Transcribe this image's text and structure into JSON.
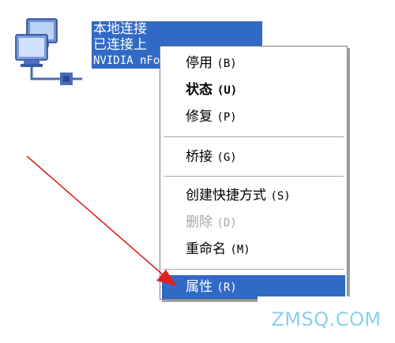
{
  "desktop_icon": {
    "icon": "network-connection-icon",
    "label_lines": [
      "本地连接",
      "已连接上",
      "NVIDIA nForce"
    ]
  },
  "context_menu": {
    "items": [
      {
        "label": "停用",
        "accel": "(B)"
      },
      {
        "label": "状态",
        "accel": "(U)",
        "bold": true
      },
      {
        "label": "修复",
        "accel": "(P)"
      },
      {
        "label": "桥接",
        "accel": "(G)"
      },
      {
        "label": "创建快捷方式",
        "accel": "(S)"
      },
      {
        "label": "删除",
        "accel": "(D)",
        "disabled": true
      },
      {
        "label": "重命名",
        "accel": "(M)"
      },
      {
        "label": "属性",
        "accel": "(R)",
        "highlighted": true
      }
    ]
  },
  "annotation": {
    "arrow_color": "#e02020"
  },
  "colors": {
    "selection": "#316ac5",
    "menu_border": "#7f7f7f",
    "watermark": "#8ad0ec"
  },
  "watermark": "ZMSQ.COM"
}
